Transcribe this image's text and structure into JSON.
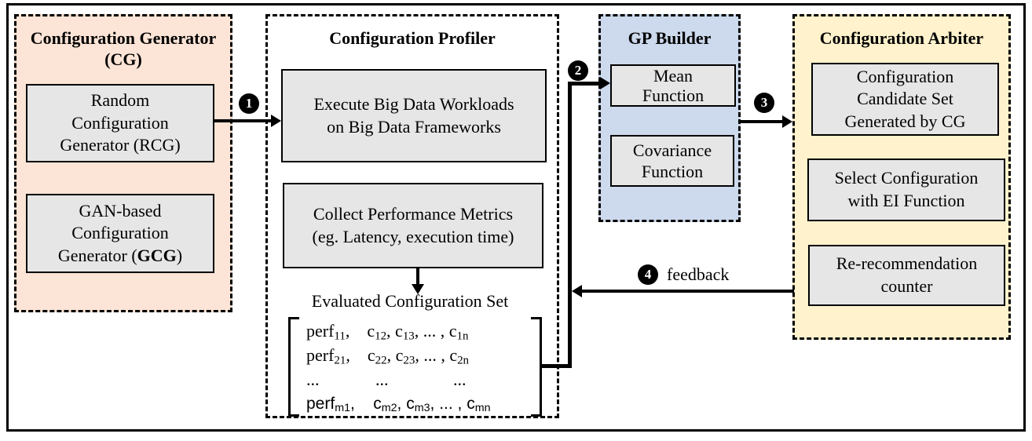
{
  "diagram": {
    "cg": {
      "title_lines": [
        "Configuration Generator",
        "(CG)"
      ],
      "rcg_lines": [
        "Random",
        "Configuration",
        "Generator (RCG)"
      ],
      "gcg_lines": [
        "GAN-based",
        "Configuration",
        [
          {
            "t": "Generator ("
          },
          {
            "t": "GCG",
            "b": true
          },
          {
            "t": ")"
          }
        ]
      ]
    },
    "profiler": {
      "title": "Configuration Profiler",
      "execute_lines": [
        "Execute Big Data Workloads",
        "on Big Data Frameworks"
      ],
      "collect_lines": [
        "Collect Performance Metrics",
        "(eg. Latency, execution time)"
      ],
      "evaluated_label": "Evaluated Configuration Set",
      "matrix_rows": [
        {
          "sans": false,
          "segs": [
            {
              "t": "perf",
              "s": "11"
            },
            {
              "t": ",    c",
              "s": "12"
            },
            {
              "t": ", c",
              "s": "13"
            },
            {
              "t": ", ... , c",
              "s": "1n"
            }
          ]
        },
        {
          "sans": false,
          "segs": [
            {
              "t": "perf",
              "s": "21"
            },
            {
              "t": ",    c",
              "s": "22"
            },
            {
              "t": ", c",
              "s": "23"
            },
            {
              "t": ", ... , c",
              "s": "2n"
            }
          ]
        },
        {
          "sans": false,
          "segs": [
            {
              "t": "...             ...               ..."
            }
          ]
        },
        {
          "sans": true,
          "segs": [
            {
              "t": "perf",
              "s": "m1"
            },
            {
              "t": ",    c",
              "s": "m2"
            },
            {
              "t": ", c",
              "s": "m3"
            },
            {
              "t": ", ... , c",
              "s": "mn"
            }
          ]
        }
      ]
    },
    "gp_builder": {
      "title": "GP Builder",
      "mean_lines": [
        "Mean",
        "Function"
      ],
      "covariance_lines": [
        "Covariance",
        "Function"
      ]
    },
    "arbiter": {
      "title": "Configuration Arbiter",
      "candidate_lines": [
        "Configuration",
        "Candidate Set",
        "Generated by CG"
      ],
      "select_lines": [
        "Select Configuration",
        "with EI Function"
      ],
      "counter_lines": [
        "Re-recommendation",
        "counter"
      ]
    },
    "flow": {
      "step1": "1",
      "step2": "2",
      "step3": "3",
      "step4": "4",
      "feedback_label": "feedback"
    },
    "colors": {
      "cg_fill": "#fce4d6",
      "gp_fill": "#cdd9ec",
      "arbiter_fill": "#fff2cc",
      "box_fill": "#e7e6e6",
      "line": "#000000"
    }
  }
}
